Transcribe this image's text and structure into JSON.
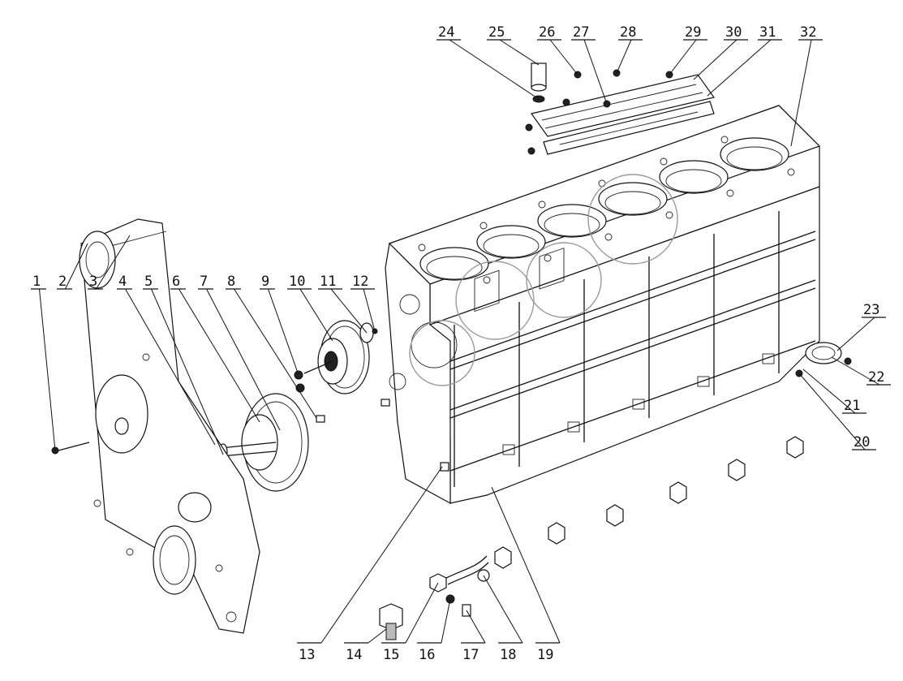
{
  "callouts": [
    {
      "id": "1"
    },
    {
      "id": "2"
    },
    {
      "id": "3"
    },
    {
      "id": "4"
    },
    {
      "id": "5"
    },
    {
      "id": "6"
    },
    {
      "id": "7"
    },
    {
      "id": "8"
    },
    {
      "id": "9"
    },
    {
      "id": "10"
    },
    {
      "id": "11"
    },
    {
      "id": "12"
    },
    {
      "id": "13"
    },
    {
      "id": "14"
    },
    {
      "id": "15"
    },
    {
      "id": "16"
    },
    {
      "id": "17"
    },
    {
      "id": "18"
    },
    {
      "id": "19"
    },
    {
      "id": "20"
    },
    {
      "id": "21"
    },
    {
      "id": "22"
    },
    {
      "id": "23"
    },
    {
      "id": "24"
    },
    {
      "id": "25"
    },
    {
      "id": "26"
    },
    {
      "id": "27"
    },
    {
      "id": "28"
    },
    {
      "id": "29"
    },
    {
      "id": "30"
    },
    {
      "id": "31"
    },
    {
      "id": "32"
    }
  ],
  "colors": {
    "line": "#111111",
    "background": "#ffffff",
    "watermark": "#9a9a9a"
  }
}
